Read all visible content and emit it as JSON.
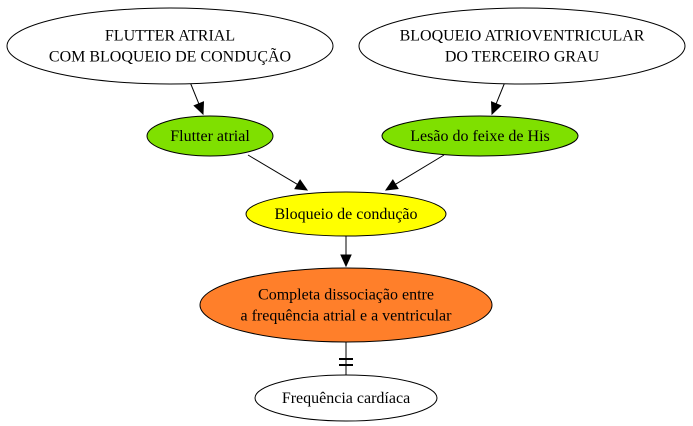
{
  "diagram": {
    "nodes": [
      {
        "id": "flutter-atrial-bloqueio",
        "lines": [
          "FLUTTER ATRIAL",
          "COM BLOQUEIO DE CONDUÇÃO"
        ],
        "fill": "#ffffff"
      },
      {
        "id": "bloqueio-av-terceiro-grau",
        "lines": [
          "BLOQUEIO ATRIOVENTRICULAR",
          "DO TERCEIRO GRAU"
        ],
        "fill": "#ffffff"
      },
      {
        "id": "flutter-atrial",
        "lines": [
          "Flutter atrial"
        ],
        "fill": "#7fe000"
      },
      {
        "id": "lesao-feixe-his",
        "lines": [
          "Lesão do feixe de His"
        ],
        "fill": "#7fe000"
      },
      {
        "id": "bloqueio-conducao",
        "lines": [
          "Bloqueio de condução"
        ],
        "fill": "#ffff00"
      },
      {
        "id": "dissociacao",
        "lines": [
          "Completa dissociação entre",
          "a frequência atrial e a ventricular"
        ],
        "fill": "#ff7f2a"
      },
      {
        "id": "frequencia-cardiaca",
        "lines": [
          "Frequência cardíaca"
        ],
        "fill": "#ffffff"
      }
    ],
    "edges": [
      {
        "from": "flutter-atrial-bloqueio",
        "to": "flutter-atrial",
        "type": "arrow"
      },
      {
        "from": "bloqueio-av-terceiro-grau",
        "to": "lesao-feixe-his",
        "type": "arrow"
      },
      {
        "from": "flutter-atrial",
        "to": "bloqueio-conducao",
        "type": "arrow"
      },
      {
        "from": "lesao-feixe-his",
        "to": "bloqueio-conducao",
        "type": "arrow"
      },
      {
        "from": "bloqueio-conducao",
        "to": "dissociacao",
        "type": "arrow"
      },
      {
        "from": "dissociacao",
        "to": "frequencia-cardiaca",
        "type": "tee"
      }
    ]
  }
}
